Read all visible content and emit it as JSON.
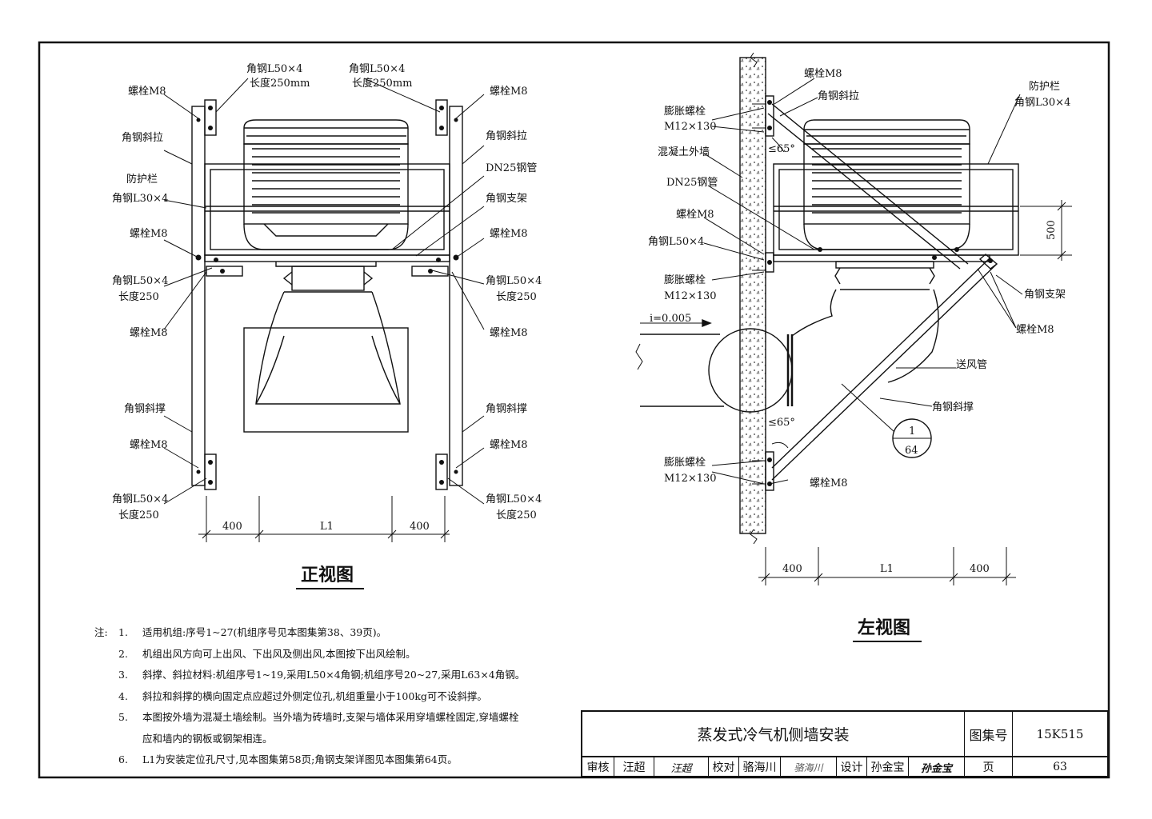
{
  "front_view": {
    "title": "正视图",
    "labels": {
      "angle_top_left_1": "角钢L50×4",
      "angle_top_left_2": "长度250mm",
      "angle_top_right_1": "角钢L50×4",
      "angle_top_right_2": "长度250mm",
      "bolt_tl": "螺栓M8",
      "bolt_tr": "螺栓M8",
      "brace_tie_left": "角钢斜拉",
      "brace_tie_right": "角钢斜拉",
      "guard_1": "防护栏",
      "guard_2": "角钢L30×4",
      "dn25": "DN25钢管",
      "bracket": "角钢支架",
      "bolt_ml": "螺栓M8",
      "bolt_mr": "螺栓M8",
      "angle_ml_1": "角钢L50×4",
      "angle_ml_2": "长度250",
      "angle_mr_1": "角钢L50×4",
      "angle_mr_2": "长度250",
      "bolt_ml2": "螺栓M8",
      "bolt_mr2": "螺栓M8",
      "strut_left": "角钢斜撑",
      "strut_right": "角钢斜撑",
      "bolt_bl": "螺栓M8",
      "bolt_br": "螺栓M8",
      "angle_bl_1": "角钢L50×4",
      "angle_bl_2": "长度250",
      "angle_br_1": "角钢L50×4",
      "angle_br_2": "长度250"
    },
    "dims": [
      "400",
      "L1",
      "400"
    ]
  },
  "side_view": {
    "title": "左视图",
    "labels": {
      "bolt_top": "螺栓M8",
      "tie": "角钢斜拉",
      "expansion_1": "膨胀螺栓",
      "expansion_2": "M12×130",
      "wall": "混凝土外墙",
      "dn25": "DN25钢管",
      "bolt_m8": "螺栓M8",
      "angle": "角钢L50×4",
      "expansion_b1": "膨胀螺栓",
      "expansion_b2": "M12×130",
      "slope": "i=0.005",
      "guard_1": "防护栏",
      "guard_2": "角钢L30×4",
      "height": "500",
      "bracket": "角钢支架",
      "bolt_r": "螺栓M8",
      "duct": "送风管",
      "strut": "角钢斜撑",
      "angle_top": "≤65°",
      "angle_bottom": "≤65°",
      "detail_num": "1",
      "detail_page": "64",
      "expansion_c1": "膨胀螺栓",
      "expansion_c2": "M12×130",
      "bolt_bottom": "螺栓M8"
    },
    "dims": [
      "400",
      "L1",
      "400"
    ]
  },
  "notes": {
    "prefix": "注:",
    "items": [
      {
        "num": "1.",
        "text": "适用机组:序号1~27(机组序号见本图集第38、39页)。"
      },
      {
        "num": "2.",
        "text": "机组出风方向可上出风、下出风及侧出风,本图按下出风绘制。"
      },
      {
        "num": "3.",
        "text": "斜撑、斜拉材料:机组序号1~19,采用L50×4角钢;机组序号20~27,采用L63×4角钢。"
      },
      {
        "num": "4.",
        "text": "斜拉和斜撑的横向固定点应超过外侧定位孔,机组重量小于100kg可不设斜撑。"
      },
      {
        "num": "5.",
        "text": "本图按外墙为混凝土墙绘制。当外墙为砖墙时,支架与墙体采用穿墙螺栓固定,穿墙螺栓"
      },
      {
        "num": "",
        "text": "应和墙内的钢板或钢架相连。"
      },
      {
        "num": "6.",
        "text": "L1为安装定位孔尺寸,见本图集第58页;角钢支架详图见本图集第64页。"
      }
    ]
  },
  "title_block": {
    "drawing_title": "蒸发式冷气机侧墙安装",
    "atlas_label": "图集号",
    "atlas_no": "15K515",
    "review_label": "审核",
    "reviewer": "汪超",
    "reviewer_sign": "汪超",
    "check_label": "校对",
    "checker": "骆海川",
    "checker_sign": "骆海川",
    "design_label": "设计",
    "designer": "孙金宝",
    "designer_sign": "孙金宝",
    "page_label": "页",
    "page_no": "63"
  }
}
